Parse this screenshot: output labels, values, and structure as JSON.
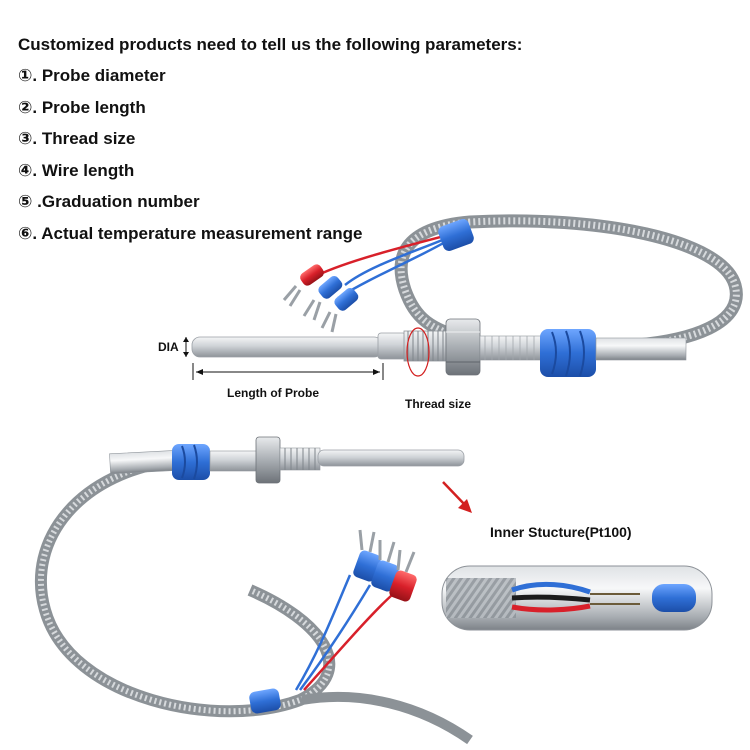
{
  "header": {
    "title": "Customized products need to tell us the following parameters:",
    "items": [
      "①. Probe diameter",
      "②. Probe length",
      "③. Thread size",
      "④. Wire length",
      "⑤ .Graduation number",
      "⑥. Actual temperature measurement range"
    ]
  },
  "diagram": {
    "dia_label": "DIA",
    "length_label": "Length of Probe",
    "thread_label": "Thread size",
    "inner_label": "Inner Stucture(Pt100)"
  },
  "colors": {
    "sleeve_blue": "#2f6fd6",
    "terminal_red": "#d8202a",
    "steel": "#c9cdd2",
    "braid": "#9aa0a6",
    "arrow_red": "#d32020"
  }
}
